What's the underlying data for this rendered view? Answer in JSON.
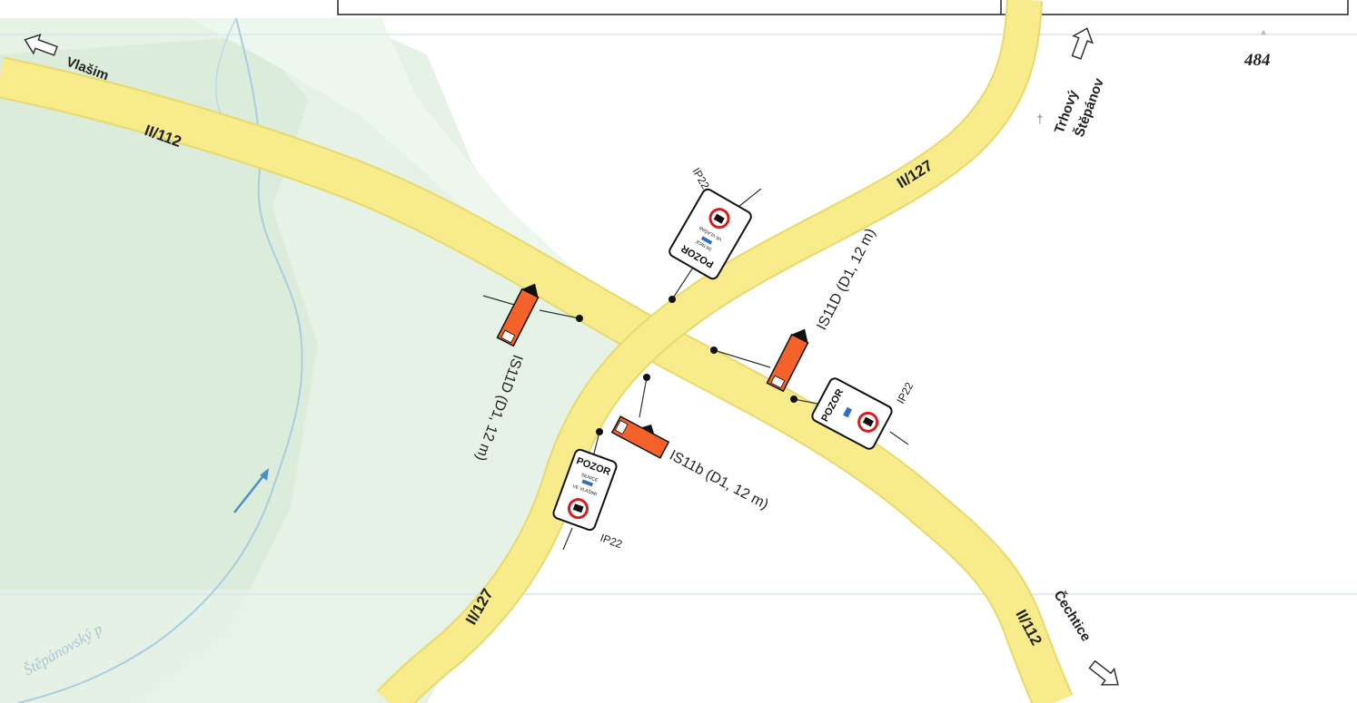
{
  "map": {
    "roads": {
      "main_road": "II/112",
      "cross_road": "II/127"
    },
    "road_labels": [
      "II/112",
      "II/127",
      "II/127",
      "II/112"
    ],
    "destinations": {
      "west": "Vlašim",
      "north_line1": "Trhový",
      "north_line2": "Štěpánov",
      "southeast": "Čechtice"
    },
    "elevation": "484",
    "stream": "Štěpánovský p",
    "signs": {
      "ip22_title": "POZOR",
      "ip22_line1": "SILNICE",
      "ip22_line2": "VE VLAŠIMI",
      "ip22_label": "IP22",
      "is11d_label": "IS11D (D1, 12 m)",
      "is11b_label": "IS11b (D1, 12 m)"
    },
    "colors": {
      "road": "#f7eb8c",
      "road_edge": "#e8d96b",
      "forest": "#e5f1e4",
      "forest_light": "#edf6ec",
      "meadow": "#eef6ee",
      "stream": "#a8cde3",
      "sign_orange": "#f2622a"
    }
  }
}
